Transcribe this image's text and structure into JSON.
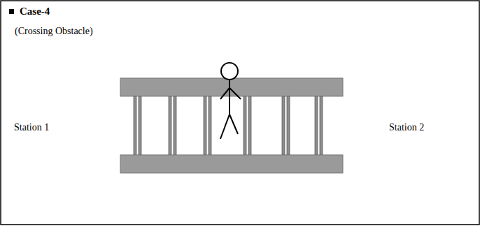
{
  "diagram": {
    "title": "Case-4",
    "labels": [
      "(Crossing Obstacle)",
      "Station 1",
      "Station 2"
    ]
  }
}
